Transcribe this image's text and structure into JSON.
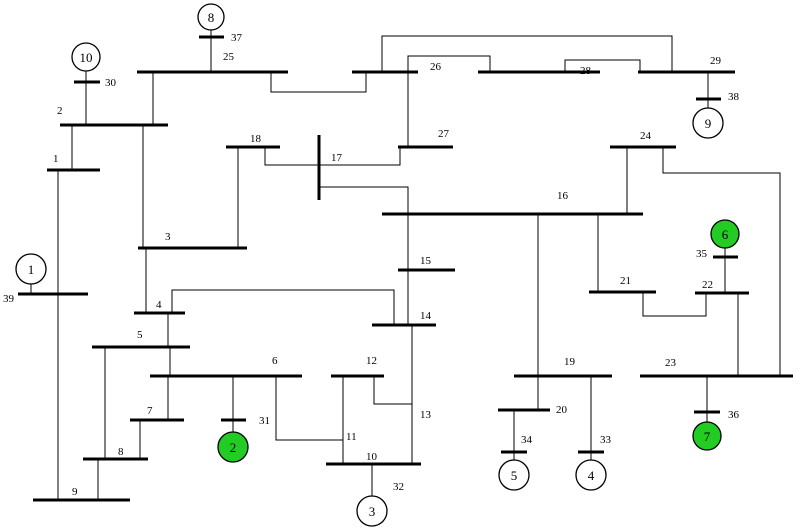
{
  "colors": {
    "line": "#000000",
    "generator_default": "#ffffff",
    "generator_highlight": "#22cc22"
  },
  "buses": {
    "b1": "1",
    "b2": "2",
    "b3": "3",
    "b4": "4",
    "b5": "5",
    "b6": "6",
    "b7": "7",
    "b8": "8",
    "b9": "9",
    "b10": "10",
    "b11": "11",
    "b12": "12",
    "b13": "13",
    "b14": "14",
    "b15": "15",
    "b16": "16",
    "b17": "17",
    "b18": "18",
    "b19": "19",
    "b20": "20",
    "b21": "21",
    "b22": "22",
    "b23": "23",
    "b24": "24",
    "b25": "25",
    "b26": "26",
    "b27": "27",
    "b28": "28",
    "b29": "29",
    "b30": "30",
    "b31": "31",
    "b32": "32",
    "b33": "33",
    "b34": "34",
    "b35": "35",
    "b36": "36",
    "b37": "37",
    "b38": "38",
    "b39": "39"
  },
  "generators": [
    {
      "label": "1",
      "highlighted": false
    },
    {
      "label": "2",
      "highlighted": true
    },
    {
      "label": "3",
      "highlighted": false
    },
    {
      "label": "4",
      "highlighted": false
    },
    {
      "label": "5",
      "highlighted": false
    },
    {
      "label": "6",
      "highlighted": true
    },
    {
      "label": "7",
      "highlighted": true
    },
    {
      "label": "8",
      "highlighted": false
    },
    {
      "label": "9",
      "highlighted": false
    },
    {
      "label": "10",
      "highlighted": false
    }
  ]
}
